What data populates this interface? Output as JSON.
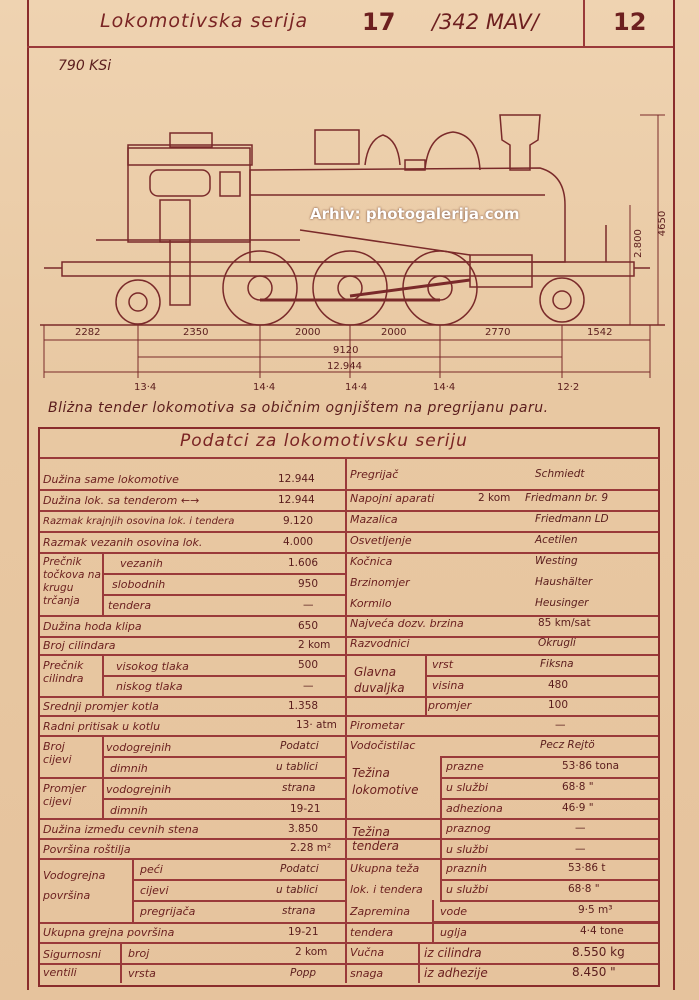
{
  "header": {
    "title": "Lokomotivska serija",
    "series": "17",
    "mav": "/342 MAV/",
    "sheet_no": "12"
  },
  "code": "790 KSi",
  "watermark": "Arhiv: photogalerija.com",
  "dimensions": {
    "spans": [
      "2282",
      "2350",
      "2000",
      "2000",
      "2770",
      "1542"
    ],
    "wheelbase": "9120",
    "total_length": "12.944",
    "height_boiler": "2.800",
    "height_total": "4650",
    "axle_loads": [
      "13·4",
      "14·4",
      "14·4",
      "14·4",
      "12·2"
    ]
  },
  "caption": "Bliżna tender lokomotiva sa običnim ognjištem na pregrijanu paru.",
  "table_title": "Podatci za lokomotivsku seriju",
  "left": {
    "r1_label": "Dužina same lokomotive",
    "r1_val": "12.944",
    "r2_label": "Dužina lok. sa tenderom ←→",
    "r2_val": "12.944",
    "r3_label": "Razmak krajnjih osovina lok. i tendera",
    "r3_val": "9.120",
    "r4_label": "Razmak vezanih osovina lok.",
    "r4_val": "4.000",
    "r5_group": "Prečnik točkova na krugu trčanja",
    "r5a_label": "vezanih",
    "r5a_val": "1.606",
    "r5b_label": "slobodnih",
    "r5b_val": "950",
    "r5c_label": "tendera",
    "r5c_val": "—",
    "r6_label": "Dužina hoda klipa",
    "r6_val": "650",
    "r7_label": "Broj cilindara",
    "r7_val": "2 kom",
    "r8_group": "Prečnik cilindra",
    "r8a_label": "visokog tlaka",
    "r8a_val": "500",
    "r8b_label": "niskog tlaka",
    "r8b_val": "—",
    "r9_label": "Srednji promjer kotla",
    "r9_val": "1.358",
    "r10_label": "Radni pritisak u kotlu",
    "r10_val": "13· atm",
    "r11_group": "Broj cijevi",
    "r11a_label": "vodogrejnih",
    "r11b_label": "dimnih",
    "r11_note": [
      "Podatci",
      "u tablici",
      "strana"
    ],
    "r12_val": "19-21",
    "r12_group": "Promjer cijevi",
    "r12a_label": "vodogrejnih",
    "r12b_label": "dimnih",
    "r13_label": "Dužina između cevnih stena",
    "r13_val": "3.850",
    "r14_label": "Površina roštilja",
    "r14_val": "2.28 m²",
    "r15_group": "Vodogrejna površina",
    "r15a_label": "peći",
    "r15b_label": "cijevi",
    "r15c_label": "pregrijača",
    "r15_note": [
      "Podatci",
      "u tablici",
      "strana"
    ],
    "r16_label": "Ukupna grejna površina",
    "r16_val": "19-21",
    "r17_group": "Sigurnosni ventili",
    "r17a_label": "broj",
    "r17a_val": "2 kom",
    "r17b_label": "vrsta",
    "r17b_val": "Popp"
  },
  "right": {
    "r1_label": "Pregrijač",
    "r1_val": "Schmiedt",
    "r2_label": "Napojni aparati",
    "r2_qty": "2 kom",
    "r2_val": "Friedmann br. 9",
    "r3_label": "Mazalica",
    "r3_val": "Friedmann LD",
    "r4_label": "Osvetljenje",
    "r4_val": "Acetilen",
    "r5_label": "Kočnica",
    "r5_val": "Westing",
    "r6_label": "Brzinomjer",
    "r6_val": "Haushälter",
    "r7_label": "Kormilo",
    "r7_val": "Heusinger",
    "r8_label": "Najveća dozv. brzina",
    "r8_val": "85 km/sat",
    "r9_label": "Razvodnici",
    "r9_val": "Okrugli",
    "r10_group": "Glavna duvaljka",
    "r10a_label": "vrst",
    "r10a_val": "Fiksna",
    "r10b_label": "visina",
    "r10b_val": "480",
    "r10c_label": "promjer",
    "r10c_val": "100",
    "r11_label": "Pirometar",
    "r11_val": "—",
    "r12_label": "Vodočistilac",
    "r12_val": "Pecz Rejtö",
    "r13_group": "Težina lokomotive",
    "r13a_label": "prazne",
    "r13a_val": "53·86 tona",
    "r13b_label": "u službi",
    "r13b_val": "68·8 \"",
    "r13c_label": "adheziona",
    "r13c_val": "46·9 \"",
    "r14_group": "Težina tendera",
    "r14a_label": "praznog",
    "r14a_val": "—",
    "r14b_label": "u službi",
    "r14b_val": "—",
    "r15_group1": "Ukupna teža",
    "r15_group2": "lok. i tendera",
    "r15a_label": "praznih",
    "r15a_val": "53·86 t",
    "r15b_label": "u službi",
    "r15b_val": "68·8 \"",
    "r16_group1": "Zapremina",
    "r16_group2": "tendera",
    "r16a_label": "vode",
    "r16a_val": "9·5 m³",
    "r16b_label": "uglja",
    "r16b_val": "4·4 tone",
    "r17_group1": "Vučna",
    "r17_group2": "snaga",
    "r17a_label": "iz cilindra",
    "r17a_val": "8.550 kg",
    "r17b_label": "iz adhezije",
    "r17b_val": "8.450 \""
  }
}
